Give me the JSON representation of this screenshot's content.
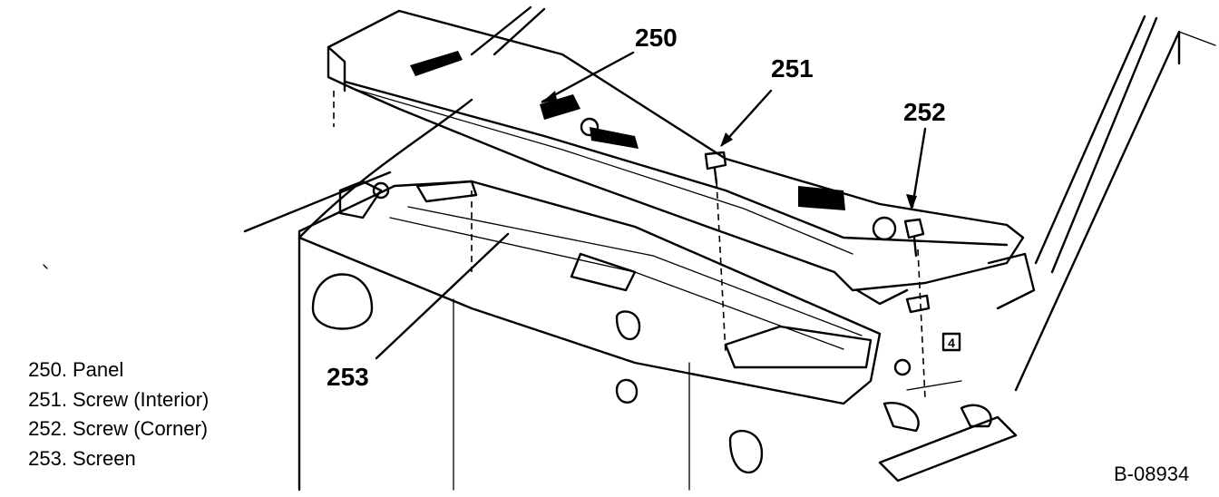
{
  "legend": [
    {
      "number": "250.",
      "label": "Panel"
    },
    {
      "number": "251.",
      "label": "Screw (Interior)"
    },
    {
      "number": "252.",
      "label": "Screw (Corner)"
    },
    {
      "number": "253.",
      "label": "Screen"
    }
  ],
  "callouts": {
    "panel": "250",
    "screw_interior": "251",
    "screw_corner": "252",
    "screen": "253"
  },
  "small_marker": "4",
  "figure_id": "B-08934"
}
